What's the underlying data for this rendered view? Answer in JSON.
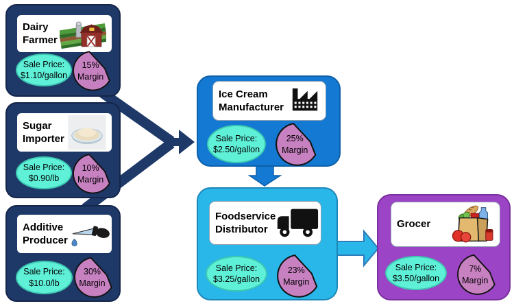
{
  "colors": {
    "navy": "#1E3868",
    "manufacturer_blue": "#1379D2",
    "distributor_cyan": "#29B7E9",
    "grocer_purple": "#9C44C6",
    "price_ellipse_fill": "#5FF0D8",
    "margin_pie_fill": "#C781C1"
  },
  "nodes": {
    "dairy": {
      "title_line1": "Dairy",
      "title_line2": "Farmer",
      "icon": "barn-icon",
      "price_label": "Sale Price:",
      "price_value": "$1.10/gallon",
      "margin_value": "15%",
      "margin_label": "Margin"
    },
    "sugar": {
      "title_line1": "Sugar",
      "title_line2": "Importer",
      "icon": "sugar-bowl-icon",
      "price_label": "Sale Price:",
      "price_value": "$0.90/lb",
      "margin_value": "10%",
      "margin_label": "Margin"
    },
    "additive": {
      "title_line1": "Additive",
      "title_line2": "Producer",
      "icon": "eyedropper-icon",
      "price_label": "Sale Price:",
      "price_value": "$10.0/lb",
      "margin_value": "30%",
      "margin_label": "Margin"
    },
    "manufacturer": {
      "title_line1": "Ice Cream",
      "title_line2": "Manufacturer",
      "icon": "factory-icon",
      "price_label": "Sale Price:",
      "price_value": "$2.50/gallon",
      "margin_value": "25%",
      "margin_label": "Margin"
    },
    "distributor": {
      "title_line1": "Foodservice",
      "title_line2": "Distributor",
      "icon": "truck-icon",
      "price_label": "Sale Price:",
      "price_value": "$3.25/gallon",
      "margin_value": "23%",
      "margin_label": "Margin"
    },
    "grocer": {
      "title_line1": "Grocer",
      "title_line2": "",
      "icon": "grocery-bag-icon",
      "price_label": "Sale Price:",
      "price_value": "$3.50/gallon",
      "margin_value": "7%",
      "margin_label": "Margin"
    }
  }
}
